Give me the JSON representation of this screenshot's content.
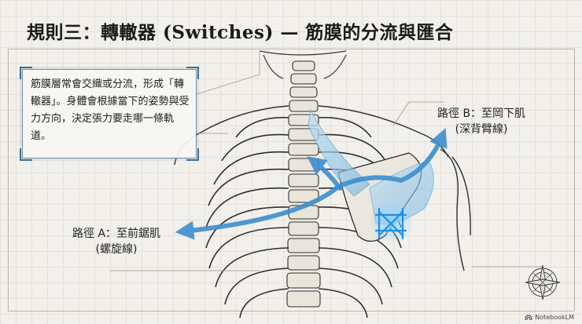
{
  "title": "規則三：轉轍器 (Switches) — 筋膜的分流與匯合",
  "infobox": {
    "text": "筋膜層常會交織或分流，形成「轉轍器」。身體會根據當下的姿勢與受力方向，決定張力要走哪一條軌道。"
  },
  "route_b": {
    "line1": "路徑 B：至岡下肌",
    "line2": "(深背臂線)"
  },
  "route_a": {
    "line1": "路徑 A：至前鋸肌",
    "line2": "(螺旋線)"
  },
  "watermark": "NotebookLM",
  "icons": {
    "compass": "compass-rose-icon",
    "switch": "switch-junction-icon",
    "brand": "notebooklm-logo-icon"
  },
  "colors": {
    "accent": "#3d8fd0",
    "glow": "#8fd2ff",
    "frame": "#6f8ea3"
  }
}
